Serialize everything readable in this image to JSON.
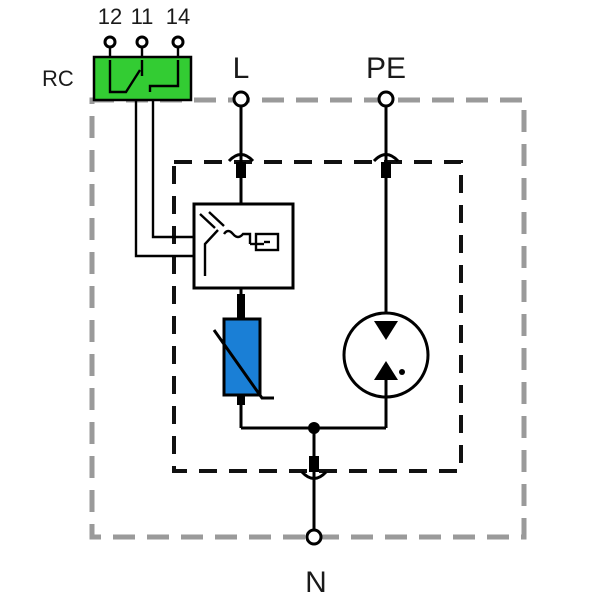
{
  "terminals": {
    "rc_contacts": [
      "12",
      "11",
      "14"
    ],
    "rc_label": "RC",
    "line_label": "L",
    "pe_label": "PE",
    "neutral_label": "N"
  },
  "colors": {
    "rc_block": "#33cc33",
    "varistor": "#1a7fd6",
    "outer_enclosure": "#9a9a9a",
    "inner_enclosure": "#111111",
    "wire": "#000000"
  },
  "icons": {
    "thermal_disconnector": "thermal-disconnector-icon",
    "varistor": "varistor-icon",
    "spark_gap": "gas-discharge-tube-icon",
    "rc_switch": "remote-contact-switch-icon"
  }
}
